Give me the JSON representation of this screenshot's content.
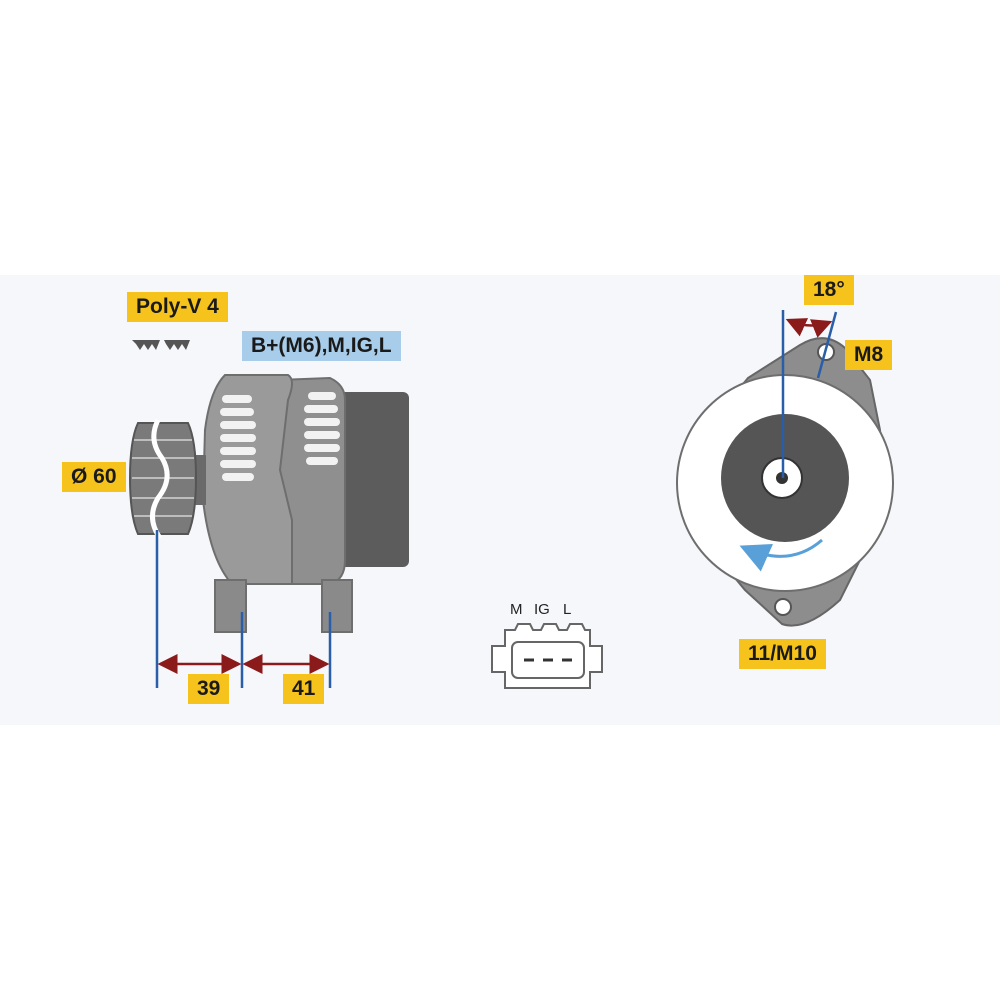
{
  "labels": {
    "belt": "Poly-V 4",
    "terminals": "B+(M6),M,IG,L",
    "pulley_diameter": "Ø 60",
    "dim_left": "39",
    "dim_right": "41",
    "angle": "18°",
    "top_mount": "M8",
    "bottom_mount": "11/M10"
  },
  "connector": {
    "pins": [
      "M",
      "IG",
      "L"
    ]
  },
  "colors": {
    "tag": "#f6c21c",
    "tag_blue": "#a8cdea",
    "dimension_line": "#2a5ea8",
    "arrow": "#8b1a1a",
    "rotation_arrow": "#5aa0d8",
    "body_dark": "#5b5b5b",
    "body_light": "#8d8d8d"
  }
}
